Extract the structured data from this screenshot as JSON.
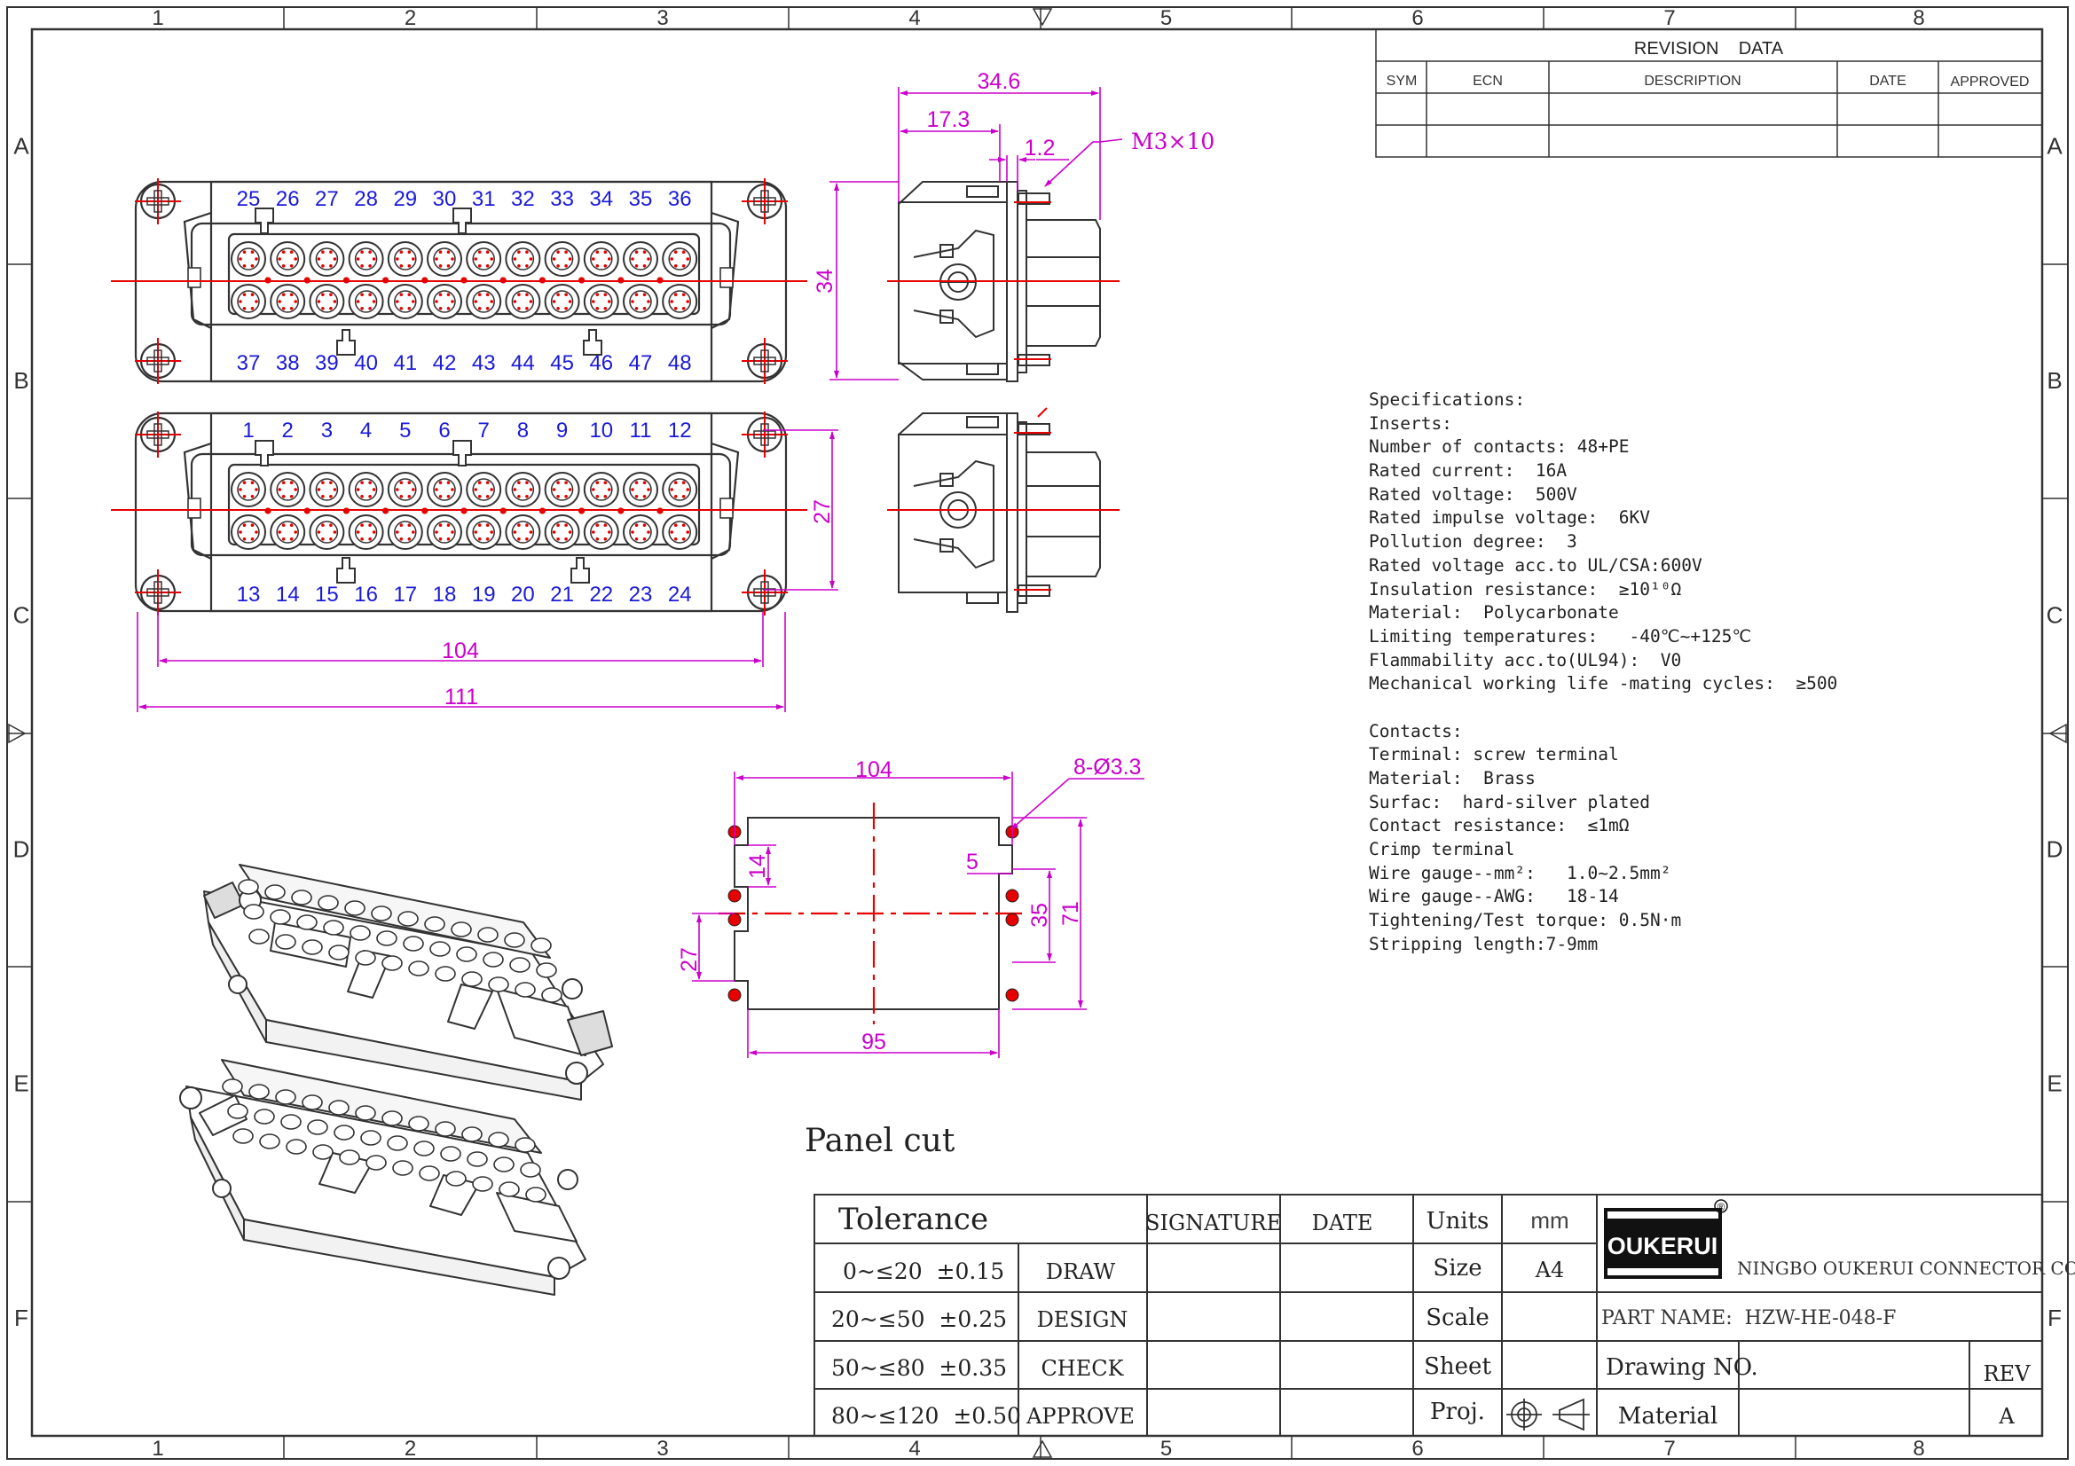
{
  "colors": {
    "frame": "#333333",
    "dimension": "#cc00cc",
    "centerline": "#e60000",
    "pin_label": "#1a1ad9",
    "text": "#222222"
  },
  "frame": {
    "columns": [
      "1",
      "2",
      "3",
      "4",
      "5",
      "6",
      "7",
      "8"
    ],
    "rows": [
      "A",
      "B",
      "C",
      "D",
      "E",
      "F"
    ]
  },
  "revision_table": {
    "title": "REVISION    DATA",
    "headers": [
      "SYM",
      "ECN",
      "DESCRIPTION",
      "DATE",
      "APPROVED"
    ]
  },
  "front_view": {
    "top_pins": [
      "25",
      "26",
      "27",
      "28",
      "29",
      "30",
      "31",
      "32",
      "33",
      "34",
      "35",
      "36"
    ],
    "mid_pins": [
      "37",
      "38",
      "39",
      "40",
      "41",
      "42",
      "43",
      "44",
      "45",
      "46",
      "47",
      "48"
    ],
    "lower_top_pins": [
      "1",
      "2",
      "3",
      "4",
      "5",
      "6",
      "7",
      "8",
      "9",
      "10",
      "11",
      "12"
    ],
    "bottom_pins": [
      "13",
      "14",
      "15",
      "16",
      "17",
      "18",
      "19",
      "20",
      "21",
      "22",
      "23",
      "24"
    ],
    "dim_inner_width": "104",
    "dim_outer_width": "111",
    "dim_height": "27"
  },
  "side_view": {
    "dim_overall": "34.6",
    "dim_half": "17.3",
    "dim_flange": "1.2",
    "screw_callout": "M3×10",
    "dim_height": "34"
  },
  "panel_cut": {
    "caption": "Panel cut",
    "dim_top": "104",
    "dim_bottom": "95",
    "dim_holes": "8-Ø3.3",
    "dim_slot_height": "14",
    "dim_offset": "5",
    "dim_mid": "35",
    "dim_overall_height": "71",
    "dim_left": "27"
  },
  "specifications": [
    "Specifications:",
    "Inserts:",
    "Number of contacts: 48+PE",
    "Rated current:  16A",
    "Rated voltage:  500V",
    "Rated impulse voltage:  6KV",
    "Pollution degree:  3",
    "Rated voltage acc.to UL/CSA:600V",
    "Insulation resistance:  ≥10¹⁰Ω",
    "Material:  Polycarbonate",
    "Limiting temperatures:   -40℃~+125℃",
    "Flammability acc.to(UL94):  V0",
    "Mechanical working life -mating cycles:  ≥500",
    "",
    "Contacts:",
    "Terminal: screw terminal",
    "Material:  Brass",
    "Surfac:  hard-silver plated",
    "Contact resistance:  ≤1mΩ",
    "Crimp terminal",
    "Wire gauge--mm²:   1.0~2.5mm²",
    "Wire gauge--AWG:   18-14",
    "Tightening/Test torque: 0.5N·m",
    "Stripping length:7-9mm"
  ],
  "title_block": {
    "tolerance_label": "Tolerance",
    "tolerances": [
      "0~≤20  ±0.15",
      "20~≤50  ±0.25",
      "50~≤80  ±0.35",
      "80~≤120  ±0.50"
    ],
    "roles": [
      "DRAW",
      "DESIGN",
      "CHECK",
      "APPROVE"
    ],
    "signature_label": "SIGNATURE",
    "date_label": "DATE",
    "units_label": "Units",
    "units_value": "mm",
    "size_label": "Size",
    "size_value": "A4",
    "scale_label": "Scale",
    "sheet_label": "Sheet",
    "proj_label": "Proj.",
    "logo_text": "OUKERUI",
    "registered_mark": "®",
    "company": "NINGBO OUKERUI CONNECTOR CO.,LTD.",
    "part_name": "PART NAME:  HZW-HE-048-F",
    "drawing_no_label": "Drawing NO.",
    "rev_label": "REV",
    "material_label": "Material",
    "rev_value": "A"
  }
}
